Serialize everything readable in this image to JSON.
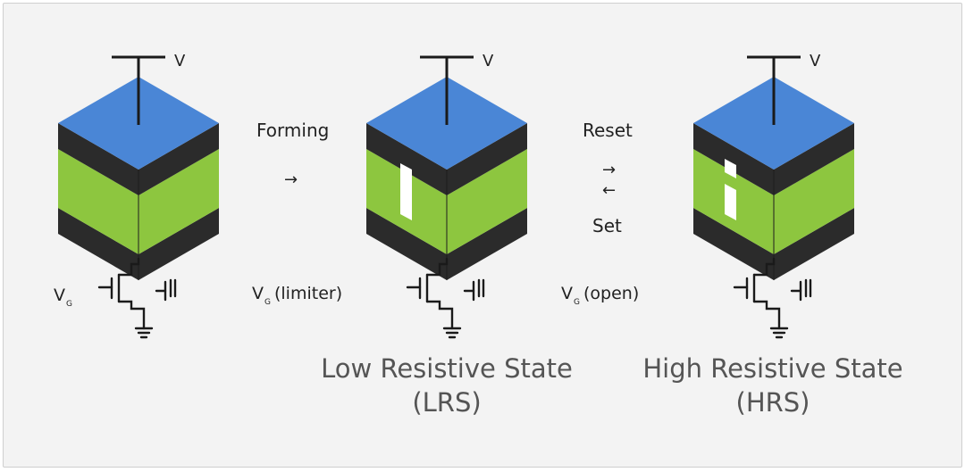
{
  "terminals": {
    "v_label": "V"
  },
  "processes": {
    "forming": {
      "label": "Forming",
      "arrow": "→"
    },
    "reset": {
      "label": "Reset",
      "arrow": "→"
    },
    "set": {
      "label": "Set",
      "arrow": "←"
    }
  },
  "gates": [
    {
      "main": "V",
      "sub": "G",
      "suffix": ""
    },
    {
      "main": "V",
      "sub": "G",
      "suffix": "(limiter)"
    },
    {
      "main": "V",
      "sub": "G",
      "suffix": "(open)"
    }
  ],
  "states": {
    "lrs": {
      "line1": "Low Resistive State",
      "line2": "(LRS)"
    },
    "hrs": {
      "line1": "High Resistive State",
      "line2": "(HRS)"
    }
  },
  "colors": {
    "top_electrode": "#4a86d6",
    "oxide": "#8dc63f",
    "oxide_dark": "#7ab332",
    "barrier": "#2b2b2b",
    "filament": "#ffffff",
    "background": "#f3f3f3"
  }
}
